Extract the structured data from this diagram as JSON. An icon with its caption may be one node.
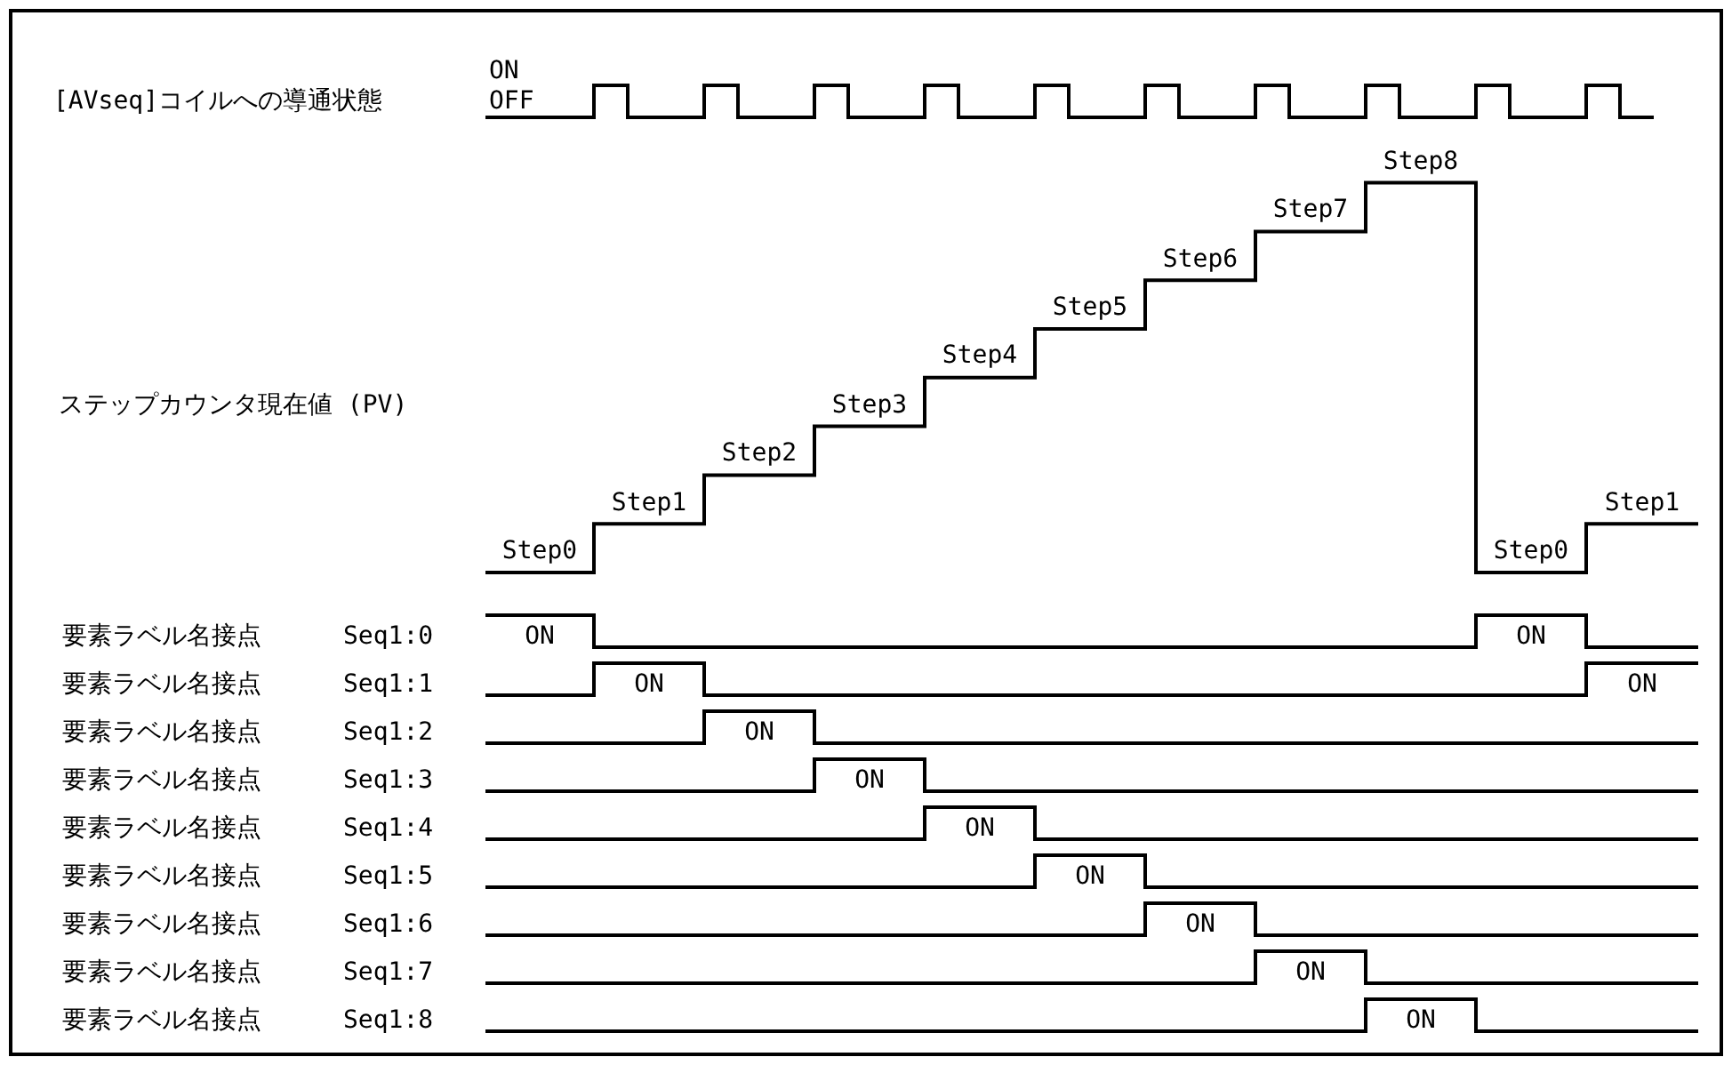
{
  "diagram": {
    "labels": [
      "ON",
      "[AVseq]コイルへの導通状態",
      "OFF",
      "Step8",
      "Step7",
      "Step6",
      "Step5",
      "Step4",
      "ステップカウンタ現在値 (PV)",
      "Step3",
      "Step2",
      "Step1",
      "Step1",
      "Step0",
      "Step0",
      "要素ラベル名接点",
      "Seq1:0",
      "ON",
      "ON",
      "要素ラベル名接点",
      "Seq1:1",
      "ON",
      "ON",
      "要素ラベル名接点",
      "Seq1:2",
      "ON",
      "要素ラベル名接点",
      "Seq1:3",
      "ON",
      "要素ラベル名接点",
      "Seq1:4",
      "ON",
      "要素ラベル名接点",
      "Seq1:5",
      "ON",
      "要素ラベル名接点",
      "Seq1:6",
      "ON",
      "要素ラベル名接点",
      "Seq1:7",
      "ON",
      "要素ラベル名接点",
      "Seq1:8",
      "ON"
    ]
  }
}
